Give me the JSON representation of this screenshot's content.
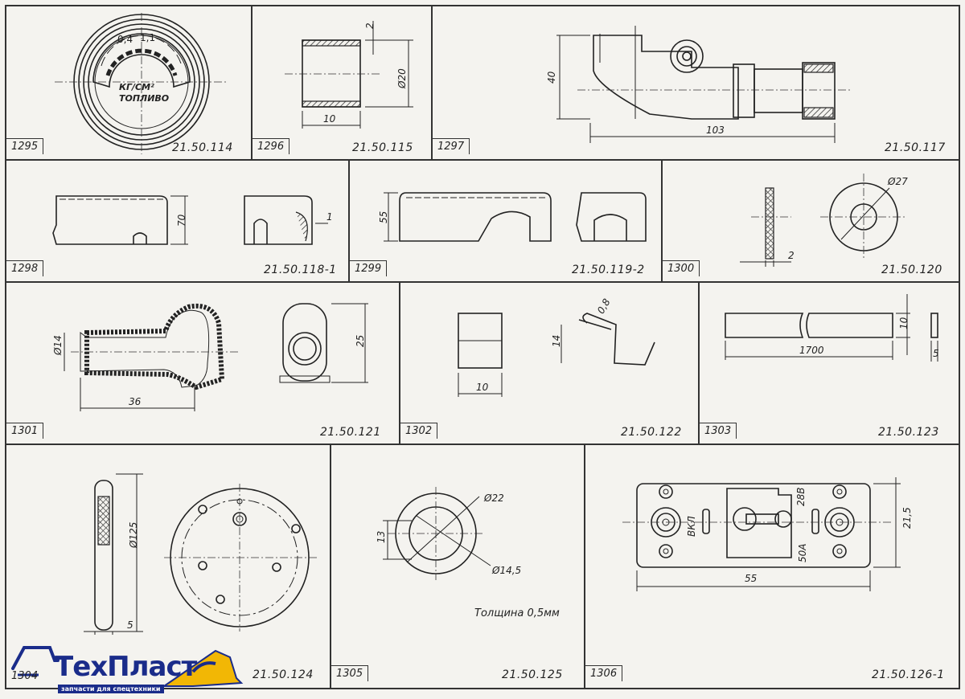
{
  "cells": [
    {
      "num": "1295",
      "code": "21.50.114",
      "labels": {
        "scale_left": "0,4",
        "scale_right": "1,1",
        "unit": "КГ/СМ²",
        "name": "ТОПЛИВО"
      }
    },
    {
      "num": "1296",
      "code": "21.50.115",
      "dims": {
        "thickness": "2",
        "diameter": "Ø20",
        "length": "10"
      }
    },
    {
      "num": "1297",
      "code": "21.50.117",
      "dims": {
        "height": "40",
        "length": "103"
      }
    },
    {
      "num": "1298",
      "code": "21.50.118-1",
      "dims": {
        "height": "70",
        "thickness": "1"
      }
    },
    {
      "num": "1299",
      "code": "21.50.119-2",
      "dims": {
        "height": "55"
      }
    },
    {
      "num": "1300",
      "code": "21.50.120",
      "dims": {
        "diameter": "Ø27",
        "thickness": "2"
      }
    },
    {
      "num": "1301",
      "code": "21.50.121",
      "dims": {
        "diameter": "Ø14",
        "length": "36",
        "height": "25"
      }
    },
    {
      "num": "1302",
      "code": "21.50.122",
      "dims": {
        "width": "10",
        "height": "14",
        "wire": "0,8"
      }
    },
    {
      "num": "1303",
      "code": "21.50.123",
      "dims": {
        "length": "1700",
        "width": "10",
        "thickness": "5"
      }
    },
    {
      "num": "1304",
      "code": "21.50.124",
      "dims": {
        "diameter": "Ø125",
        "thickness": "5"
      }
    },
    {
      "num": "1305",
      "code": "21.50.125",
      "dims": {
        "outer": "Ø22",
        "inner": "Ø14,5",
        "height": "13"
      },
      "note": "Толщина 0,5мм"
    },
    {
      "num": "1306",
      "code": "21.50.126-1",
      "dims": {
        "width": "55",
        "height": "21,5"
      },
      "labels": {
        "on": "ВКЛ",
        "current": "50А",
        "voltage": "28В"
      }
    }
  ],
  "logo": {
    "name": "ТехПласт",
    "tagline": "запчасти для спецтехники"
  },
  "colors": {
    "line": "#222222",
    "paper": "#f4f3ef",
    "logo_blue": "#1a2c8a",
    "logo_yellow": "#f2b705"
  }
}
